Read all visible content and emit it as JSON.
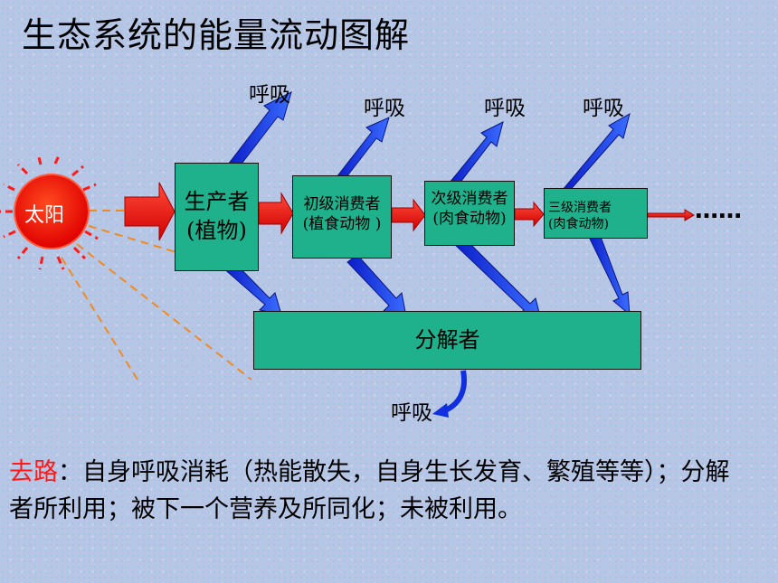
{
  "title": "生态系统的能量流动图解",
  "sun": {
    "label": "太阳",
    "color": "#ff2200"
  },
  "nodes": {
    "producer": [
      "生产者",
      "(植物)"
    ],
    "primary": [
      "初级消费者",
      "(植食动物 )"
    ],
    "secondary": [
      "次级消费者",
      "(肉食动物)"
    ],
    "tertiary": [
      "三级消费者",
      "(肉食动物)"
    ],
    "decomposer": "分解者"
  },
  "respiration_label": "呼吸",
  "continuation": "……",
  "description": {
    "highlight": "去路",
    "text": "：自身呼吸消耗（热能散失，自身生长发育、繁殖等等）；分解者所利用；被下一个营养及所同化；未被利用。"
  },
  "colors": {
    "box": "#1fb08c",
    "flow_arrow": "#e80000",
    "respiration_arrow": "#1030e0",
    "sun_ray": "#ff1a1a",
    "light_ray": "#f08a20"
  }
}
